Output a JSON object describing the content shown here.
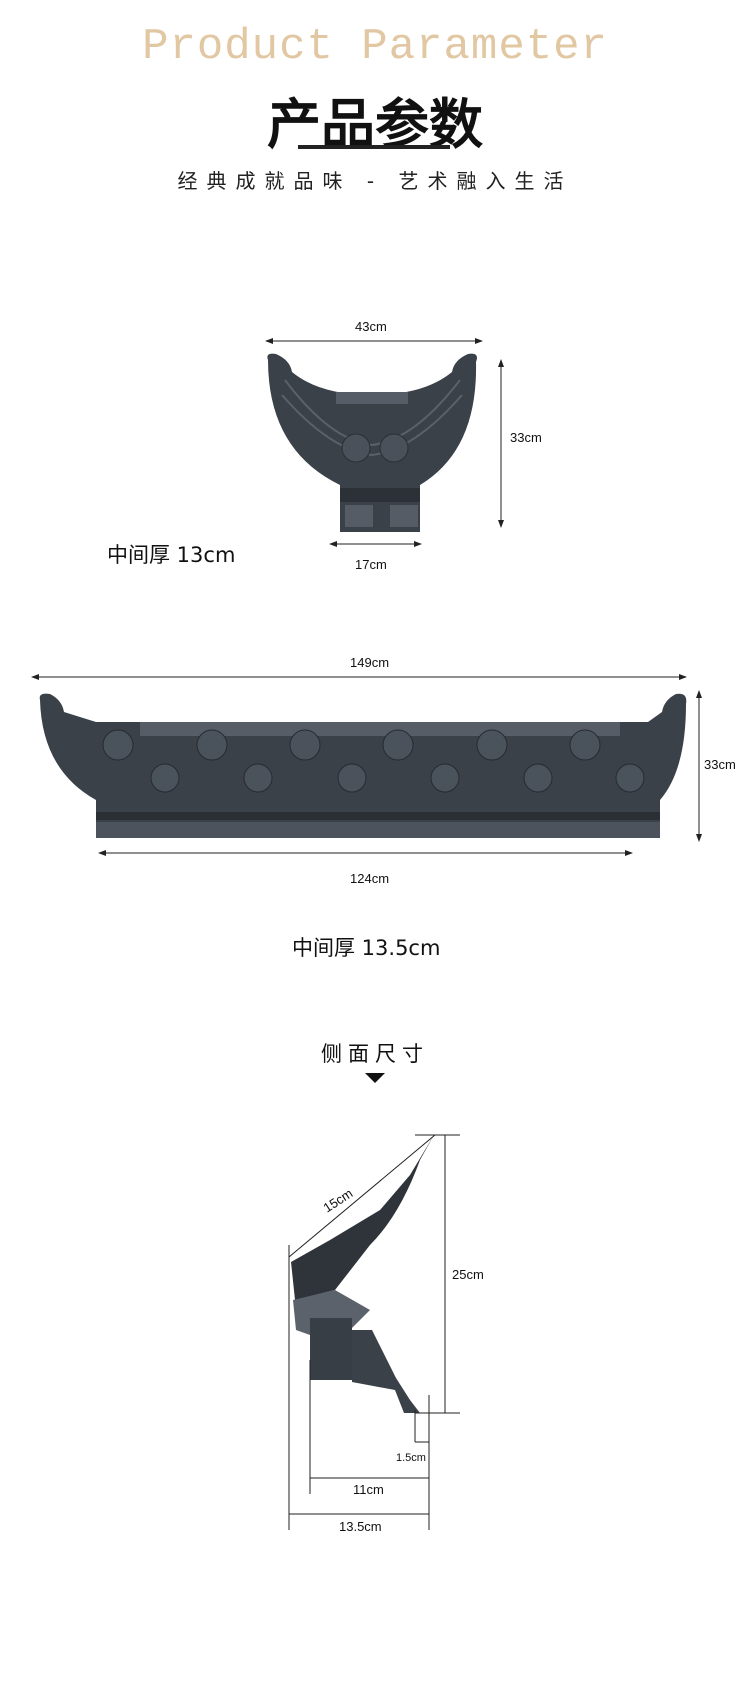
{
  "header": {
    "title_en": "Product Parameter",
    "title_cn": "产品参数",
    "subtitle": "经典成就品味 - 艺术融入生活"
  },
  "front_view": {
    "width_label": "43cm",
    "height_label": "33cm",
    "base_label": "17cm",
    "thickness_note": "中间厚 13cm"
  },
  "long_view": {
    "width_label": "149cm",
    "height_label": "33cm",
    "base_label": "124cm",
    "thickness_note": "中间厚 13.5cm"
  },
  "side_view": {
    "title": "侧面尺寸",
    "slope_label": "15cm",
    "height_label": "25cm",
    "lip_label": "1.5cm",
    "base_label": "11cm",
    "depth_label": "13.5cm"
  },
  "colors": {
    "accent": "#e2c7a3",
    "product": "#3b4149"
  }
}
